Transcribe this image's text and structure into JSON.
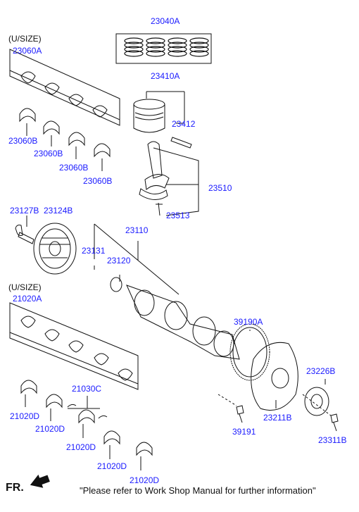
{
  "parts": {
    "p23040A": "23040A",
    "usize_top": "(U/SIZE)",
    "p23060A": "23060A",
    "p23410A": "23410A",
    "p23412": "23412",
    "p23060B_1": "23060B",
    "p23060B_2": "23060B",
    "p23060B_3": "23060B",
    "p23060B_4": "23060B",
    "p23510": "23510",
    "p23127B": "23127B",
    "p23124B": "23124B",
    "p23513": "23513",
    "p23110": "23110",
    "p23131": "23131",
    "p23120": "23120",
    "usize_bottom": "(U/SIZE)",
    "p21020A": "21020A",
    "p39190A": "39190A",
    "p23226B": "23226B",
    "p21030C": "21030C",
    "p21020D_1": "21020D",
    "p21020D_2": "21020D",
    "p21020D_3": "21020D",
    "p21020D_4": "21020D",
    "p21020D_5": "21020D",
    "p23211B": "23211B",
    "p39191": "39191",
    "p23311B": "23311B"
  },
  "footer": {
    "fr_label": "FR.",
    "note": "\"Please refer to Work Shop Manual for further information\""
  },
  "colors": {
    "label": "#1a1aff",
    "line": "#111111"
  }
}
